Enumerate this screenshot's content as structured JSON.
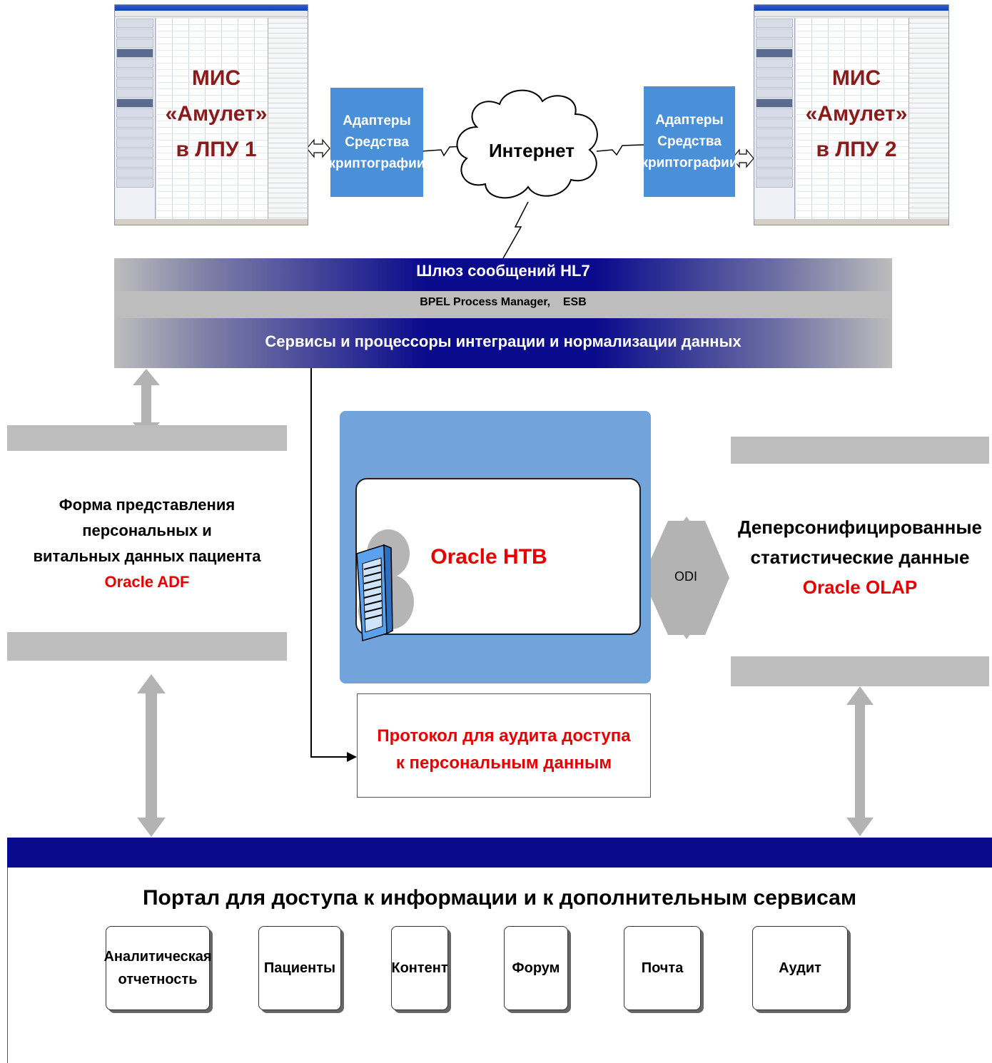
{
  "mis_left": {
    "line1": "МИС",
    "line2": "«Амулет»",
    "line3": "в ЛПУ 1"
  },
  "mis_right": {
    "line1": "МИС",
    "line2": "«Амулет»",
    "line3": "в ЛПУ 2"
  },
  "adapter_left": {
    "line1": "Адаптеры",
    "line2": "Средства",
    "line3": "криптографии"
  },
  "adapter_right": {
    "line1": "Адаптеры",
    "line2": "Средства",
    "line3": "криптографии"
  },
  "internet": "Интернет",
  "gateway": {
    "title": "Шлюз сообщений HL7",
    "subtitle": "BPEL Process Manager,    ESB",
    "services": "Сервисы и процессоры интеграции и нормализации данных"
  },
  "patient_form": {
    "line1": "Форма представления персональных и",
    "line2": "витальных данных пациента",
    "product": "Oracle ADF"
  },
  "htb": {
    "label": "Oracle HTB"
  },
  "odi": "ODI",
  "olap": {
    "line1": "Деперсонифицированные",
    "line2": "статистические данные",
    "product": "Oracle OLAP"
  },
  "audit_protocol": {
    "line1": "Протокол для аудита доступа",
    "line2": "к персональным данным"
  },
  "portal": {
    "title": "Портал для доступа к информации и к дополнительным сервисам",
    "services": [
      {
        "line1": "Аналитическая",
        "line2": "отчетность"
      },
      {
        "line1": "Пациенты",
        "line2": ""
      },
      {
        "line1": "Контент",
        "line2": ""
      },
      {
        "line1": "Форум",
        "line2": ""
      },
      {
        "line1": "Почта",
        "line2": ""
      },
      {
        "line1": "Аудит",
        "line2": ""
      }
    ]
  },
  "colors": {
    "accent_red": "#e60000",
    "mis_label": "#8b1a1a",
    "adapter_blue": "#4a90d9",
    "navy": "#0a0a8c",
    "htb_panel": "#73a3db"
  }
}
